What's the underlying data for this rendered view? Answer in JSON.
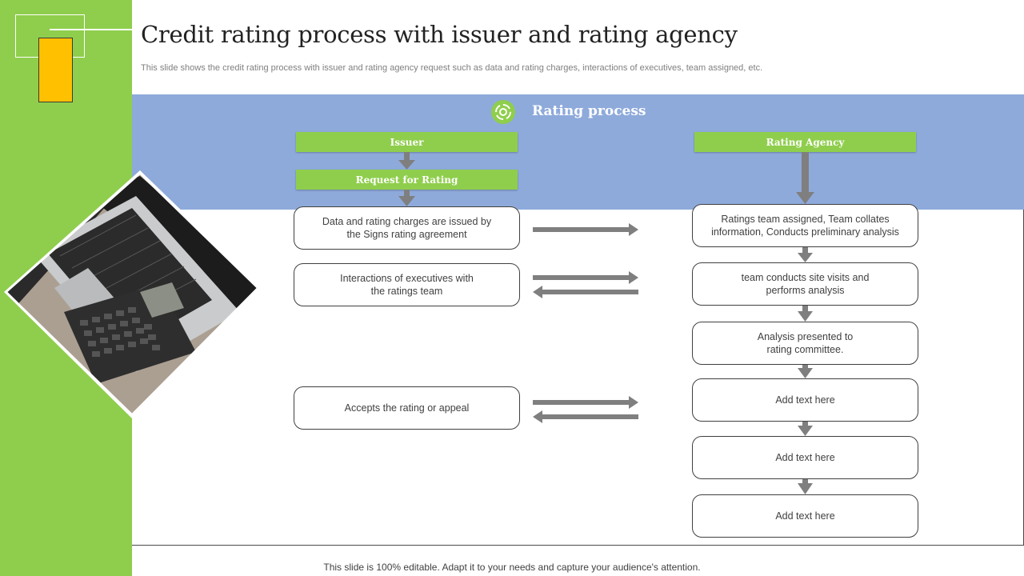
{
  "slide": {
    "title": "Credit rating process with issuer and rating agency",
    "subtitle": "This slide shows the credit rating process with issuer and rating agency request such as data and rating charges, interactions of executives, team assigned, etc.",
    "footer": "This slide is 100% editable. Adapt it to your needs and capture your audience's attention."
  },
  "band": {
    "title": "Rating process",
    "icon": "rating-process-icon"
  },
  "issuer": {
    "header": "Issuer",
    "request": "Request for Rating",
    "steps": [
      "Data and rating charges are issued by\nthe Signs rating agreement",
      "Interactions of executives with\nthe ratings team",
      "Accepts the rating or appeal"
    ]
  },
  "agency": {
    "header": "Rating Agency",
    "steps": [
      "Ratings team assigned, Team collates\ninformation, Conducts preliminary analysis",
      "team conducts site visits and\nperforms analysis",
      "Analysis presented to\nrating committee.",
      "Add text here",
      "Add text here",
      "Add text here"
    ]
  },
  "colors": {
    "green": "#8fce4c",
    "blue": "#8eaadb",
    "yellow": "#ffc000",
    "arrow": "#7f7f7f"
  }
}
